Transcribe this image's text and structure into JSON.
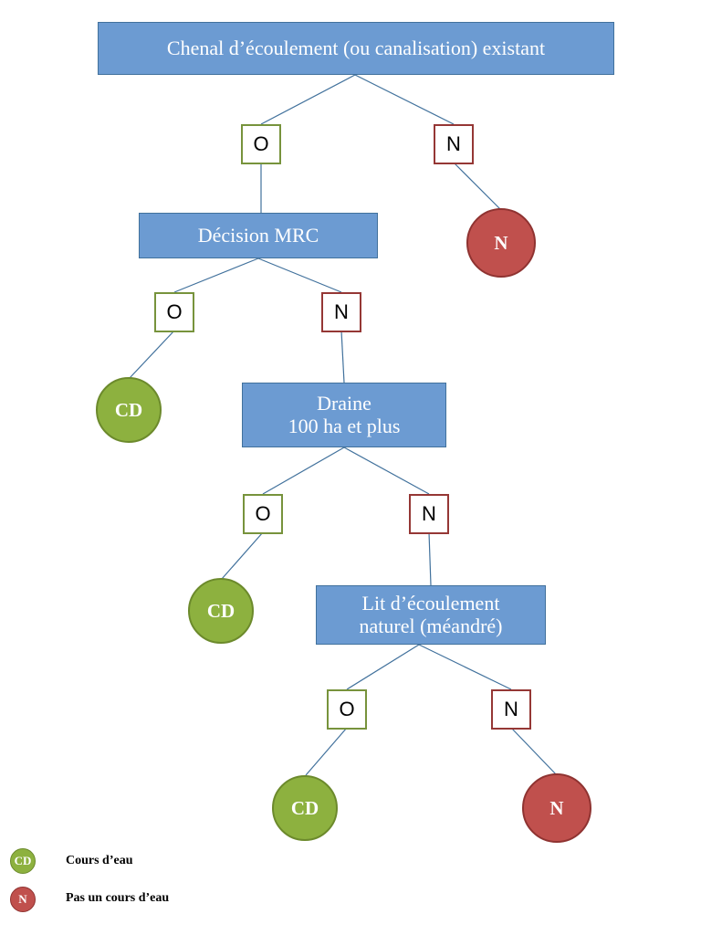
{
  "colors": {
    "question_fill": "#6c9bd2",
    "question_border": "#41719c",
    "yes_border": "#77933c",
    "no_border": "#953735",
    "cd_fill": "#8db13f",
    "n_fill": "#c0504d",
    "line": "#41719c"
  },
  "questions": {
    "q1": "Chenal d’écoulement (ou canalisation) existant",
    "q2": "Décision MRC",
    "q3_line1": "Draine",
    "q3_line2": "100 ha et plus",
    "q4_line1": "Lit d’écoulement",
    "q4_line2": "naturel (méandré)"
  },
  "answers": {
    "yes": "O",
    "no": "N"
  },
  "leaves": {
    "cd": "CD",
    "n": "N"
  },
  "legend": {
    "cd_icon": "CD",
    "cd_label": "Cours d’eau",
    "n_icon": "N",
    "n_label": "Pas un cours d’eau"
  }
}
